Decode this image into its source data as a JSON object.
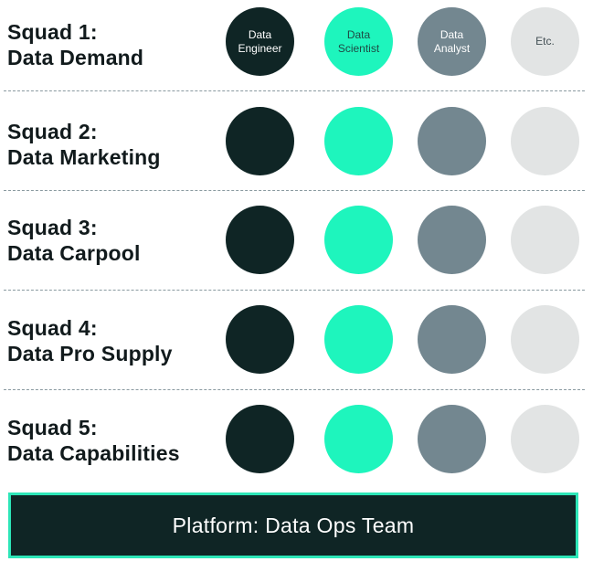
{
  "squads": [
    {
      "line1": "Squad 1:",
      "line2": "Data Demand"
    },
    {
      "line1": "Squad 2:",
      "line2": "Data Marketing"
    },
    {
      "line1": "Squad 3:",
      "line2": "Data Carpool"
    },
    {
      "line1": "Squad 4:",
      "line2": "Data Pro Supply"
    },
    {
      "line1": "Squad 5:",
      "line2": "Data Capabilities"
    }
  ],
  "roles": {
    "engineer": {
      "line1": "Data",
      "line2": "Engineer",
      "color": "#0f2525"
    },
    "scientist": {
      "line1": "Data",
      "line2": "Scientist",
      "color": "#1ef5bd"
    },
    "analyst": {
      "line1": "Data",
      "line2": "Analyst",
      "color": "#738790"
    },
    "etc": {
      "label": "Etc.",
      "color": "#e2e4e4"
    }
  },
  "platform": {
    "label": "Platform: Data Ops Team",
    "border_color": "#2de6b8"
  }
}
